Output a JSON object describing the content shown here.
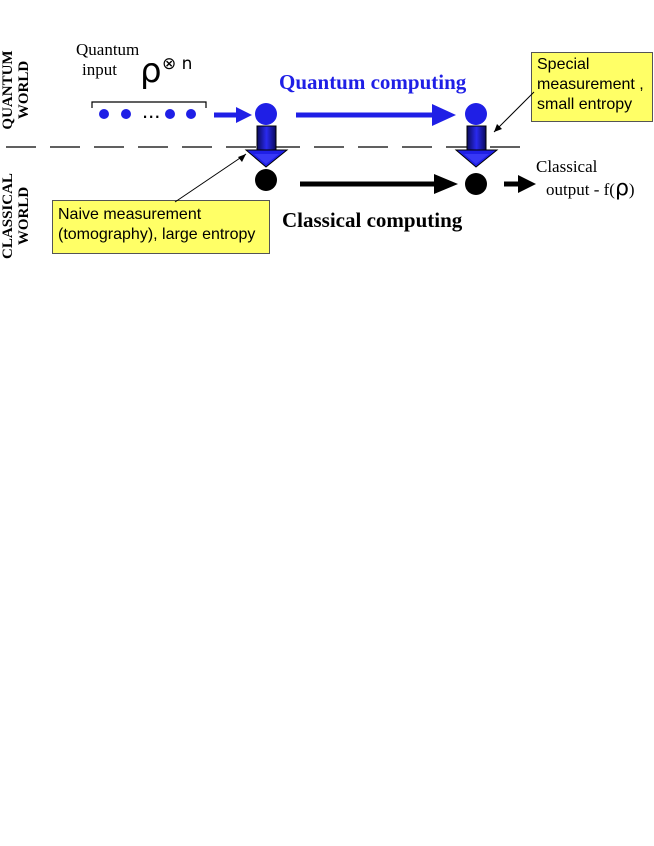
{
  "regions": {
    "quantum": {
      "line1": "QUANTUM",
      "line2": "WORLD"
    },
    "classical": {
      "line1": "CLASSICAL",
      "line2": "WORLD"
    }
  },
  "input": {
    "label_line1": "Quantum",
    "label_line2": "input",
    "state": "ρ",
    "tensor_power": "⊗ n",
    "ellipsis": "..."
  },
  "quantum_computing": "Quantum computing",
  "classical_computing": "Classical computing",
  "output": {
    "line1": "Classical",
    "line2_prefix": "output - f(",
    "rho": "ρ",
    "line2_suffix": ")"
  },
  "callouts": {
    "special_line1": "Special",
    "special_line2": "measurement ,",
    "special_line3": "small entropy",
    "naive_line1": "Naive measurement",
    "naive_line2": "(tomography), large entropy"
  },
  "colors": {
    "quantum": "#1f1fe6",
    "classical": "#000000",
    "callout": "#ffff66"
  }
}
